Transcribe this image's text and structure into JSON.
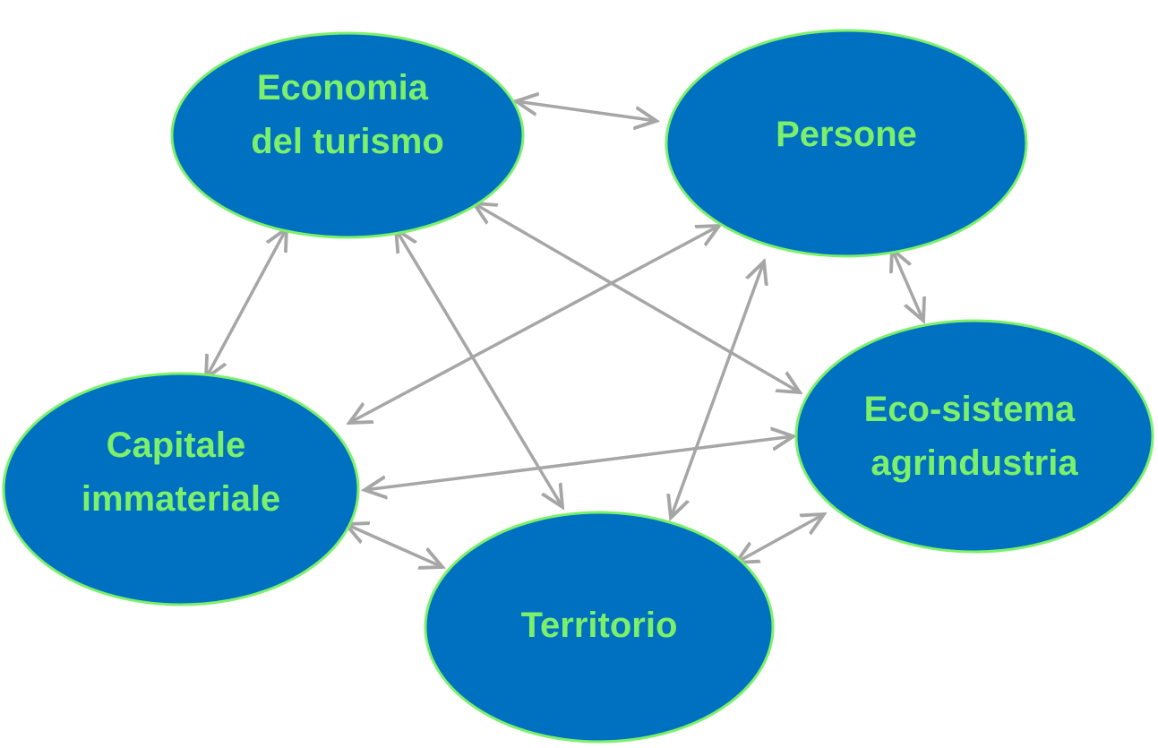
{
  "colors": {
    "node_fill": "#0070c0",
    "node_stroke": "#7cf06a",
    "label_text": "#7cf06a",
    "connector": "#a6a6a6",
    "background": "#ffffff"
  },
  "nodes": [
    {
      "id": "economia",
      "lines": [
        "Economia",
        "del turismo"
      ]
    },
    {
      "id": "persone",
      "lines": [
        "Persone"
      ]
    },
    {
      "id": "eco_sistema",
      "lines": [
        "Eco-sistema",
        "agrindustria"
      ]
    },
    {
      "id": "capitale",
      "lines": [
        "Capitale",
        "immateriale"
      ]
    },
    {
      "id": "territorio",
      "lines": [
        "Territorio"
      ]
    }
  ],
  "connections": [
    {
      "from": "economia",
      "to": "persone",
      "direction": "both"
    },
    {
      "from": "economia",
      "to": "capitale",
      "direction": "both"
    },
    {
      "from": "economia",
      "to": "territorio",
      "direction": "both"
    },
    {
      "from": "economia",
      "to": "eco_sistema",
      "direction": "both"
    },
    {
      "from": "persone",
      "to": "capitale",
      "direction": "both"
    },
    {
      "from": "persone",
      "to": "territorio",
      "direction": "both"
    },
    {
      "from": "persone",
      "to": "eco_sistema",
      "direction": "both"
    },
    {
      "from": "capitale",
      "to": "eco_sistema",
      "direction": "both"
    },
    {
      "from": "capitale",
      "to": "territorio",
      "direction": "both"
    },
    {
      "from": "territorio",
      "to": "eco_sistema",
      "direction": "both"
    }
  ]
}
